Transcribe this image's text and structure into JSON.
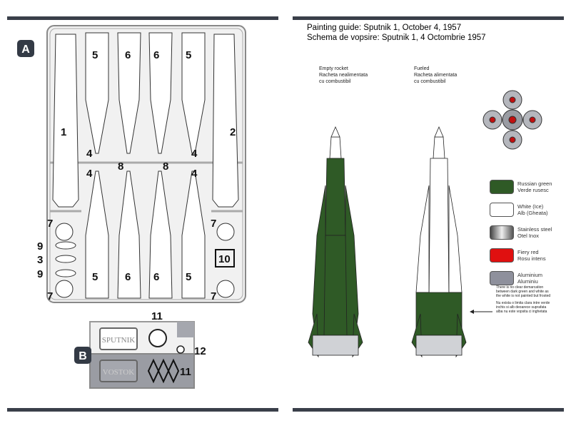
{
  "left_page": {
    "sprue_a_label": "A",
    "sprue_b_label": "B",
    "part_numbers_a": [
      "1",
      "2",
      "5",
      "6",
      "6",
      "5",
      "5",
      "6",
      "6",
      "5",
      "4",
      "4",
      "4",
      "4",
      "8",
      "8",
      "7",
      "7",
      "7",
      "7",
      "9",
      "3",
      "9",
      "10"
    ],
    "part_numbers_b": [
      "11",
      "12",
      "11"
    ],
    "plate_sputnik": "SPUTNIK",
    "plate_vostok": "VOSTOK"
  },
  "right_page": {
    "title_en": "Painting guide: Sputnik 1, October 4, 1957",
    "title_ro": "Schema de vopsire: Sputnik 1, 4 Octombrie 1957",
    "empty_rocket": [
      "Empty rocket",
      "Racheta nealimentata",
      "cu combustibil"
    ],
    "fueled_rocket": [
      "Fueled",
      "Racheta alimentata",
      "cu combustibil"
    ],
    "legend": [
      {
        "en": "Russian green",
        "ro": "Verde rusesc",
        "color": "#2f5a26"
      },
      {
        "en": "White (Ice)",
        "ro": "Alb (Gheata)",
        "color": "#ffffff"
      },
      {
        "en": "Stainless steel",
        "ro": "Otel Inox",
        "color": "#8a8d95"
      },
      {
        "en": "Fiery red",
        "ro": "Rosu intens",
        "color": "#e01010"
      },
      {
        "en": "Aluminium",
        "ro": "Aluminiu",
        "color": "#8e909c"
      }
    ],
    "note_en": "There is no clear demarcation between dark green and white as the white is not painted but frosted",
    "note_ro": "Nu exista o limita clara intre verde inchis si alb deoarece suprafata alba nu este vopsita ci inghetata"
  }
}
